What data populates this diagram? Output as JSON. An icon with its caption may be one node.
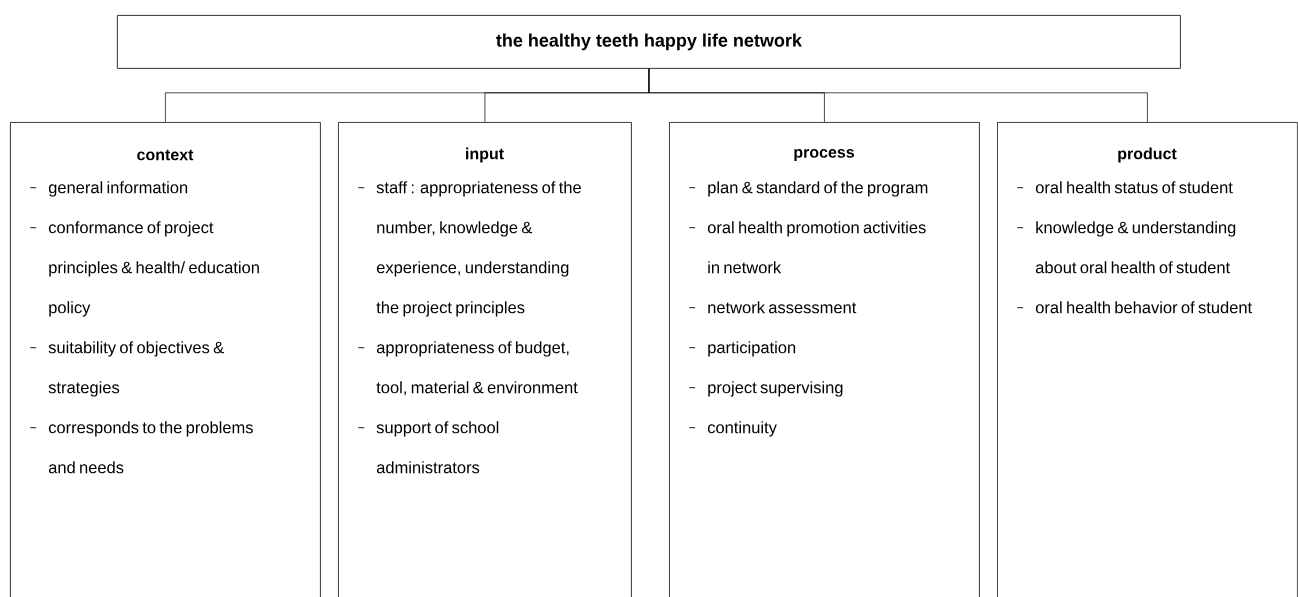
{
  "diagram": {
    "nodes": [
      {
        "text": [
          "the healthy teeth happy life network"
        ]
      },
      {
        "text": [
          "context",
          "general information",
          "conformance of project principles & health/ education policy",
          "suitability of objectives & strategies",
          "corresponds to the problems and needs"
        ]
      },
      {
        "text": [
          "input",
          "staff : appropriateness of the number, knowledge & experience, understanding the project principles",
          "appropriateness of budget, tool, material & environment",
          "support of school administrators"
        ]
      },
      {
        "text": [
          "process",
          "plan & standard of the program",
          "oral health promotion activities in network",
          "network assessment",
          "participation",
          "project supervising",
          "continuity"
        ]
      },
      {
        "text": [
          "product",
          "oral health status of student",
          "knowledge & understanding about oral health of student",
          "oral health behavior of student"
        ]
      }
    ],
    "edges": [
      {
        "from": 0,
        "to": 1,
        "arrow": "none"
      },
      {
        "from": 0,
        "to": 2,
        "arrow": "none"
      },
      {
        "from": 0,
        "to": 3,
        "arrow": "none"
      },
      {
        "from": 0,
        "to": 4,
        "arrow": "none"
      }
    ]
  }
}
